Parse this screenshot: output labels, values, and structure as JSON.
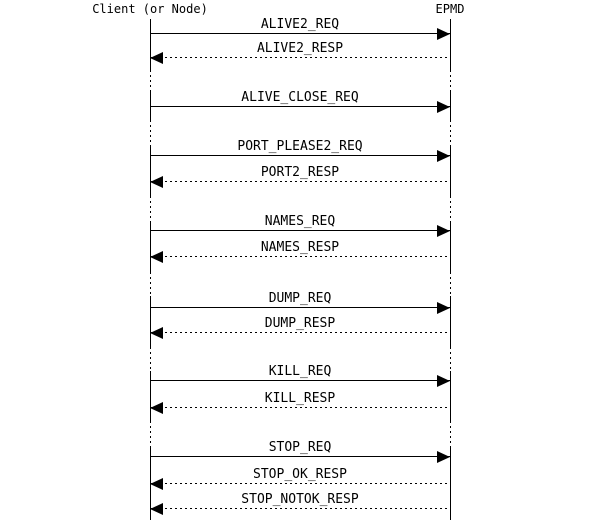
{
  "diagram": {
    "type": "sequence",
    "colors": {
      "foreground": "#000000",
      "background": "#ffffff"
    },
    "actors": [
      {
        "id": "client",
        "name": "Client (or Node)"
      },
      {
        "id": "epmd",
        "name": "EPMD"
      }
    ],
    "messages": [
      {
        "label": "ALIVE2_REQ",
        "from": "client",
        "to": "epmd",
        "line": "solid"
      },
      {
        "label": "ALIVE2_RESP",
        "from": "epmd",
        "to": "client",
        "line": "dashed"
      },
      {
        "label": "ALIVE_CLOSE_REQ",
        "from": "client",
        "to": "epmd",
        "line": "solid"
      },
      {
        "label": "PORT_PLEASE2_REQ",
        "from": "client",
        "to": "epmd",
        "line": "solid"
      },
      {
        "label": "PORT2_RESP",
        "from": "epmd",
        "to": "client",
        "line": "dashed"
      },
      {
        "label": "NAMES_REQ",
        "from": "client",
        "to": "epmd",
        "line": "solid"
      },
      {
        "label": "NAMES_RESP",
        "from": "epmd",
        "to": "client",
        "line": "dashed"
      },
      {
        "label": "DUMP_REQ",
        "from": "client",
        "to": "epmd",
        "line": "solid"
      },
      {
        "label": "DUMP_RESP",
        "from": "epmd",
        "to": "client",
        "line": "dashed"
      },
      {
        "label": "KILL_REQ",
        "from": "client",
        "to": "epmd",
        "line": "solid"
      },
      {
        "label": "KILL_RESP",
        "from": "epmd",
        "to": "client",
        "line": "dashed"
      },
      {
        "label": "STOP_REQ",
        "from": "client",
        "to": "epmd",
        "line": "solid"
      },
      {
        "label": "STOP_OK_RESP",
        "from": "epmd",
        "to": "client",
        "line": "dashed"
      },
      {
        "label": "STOP_NOTOK_RESP",
        "from": "epmd",
        "to": "client",
        "line": "dashed"
      }
    ]
  }
}
